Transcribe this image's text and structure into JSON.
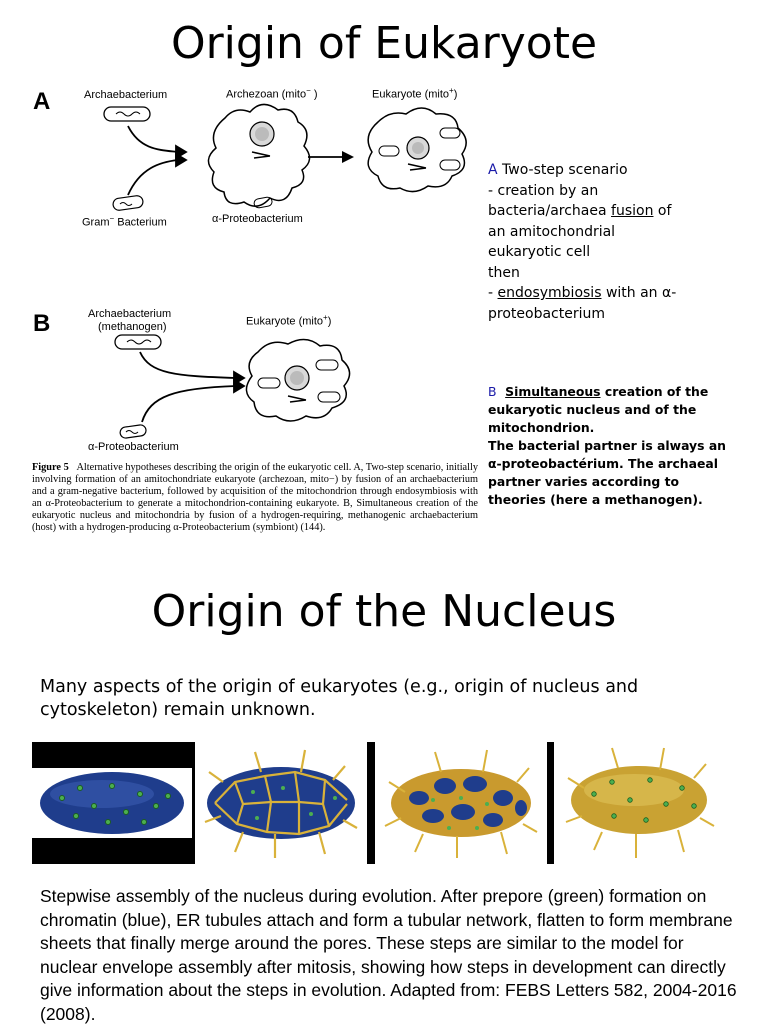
{
  "titles": {
    "main": "Origin of Eukaryote",
    "nucleus": "Origin of the Nucleus"
  },
  "panel_a": {
    "letter": "A",
    "archaebacterium": "Archaebacterium",
    "archezoan": "Archezoan (mito",
    "archezoan_sup": "−",
    "archezoan_end": " )",
    "eukaryote": "Eukaryote (mito",
    "eukaryote_sup": "+",
    "eukaryote_end": ")",
    "gram": "Gram",
    "gram_sup": "−",
    "gram_end": "  Bacterium",
    "alpha": "α-Proteobacterium"
  },
  "panel_b": {
    "letter": "B",
    "archaebacterium": "Archaebacterium",
    "methanogen": "(methanogen)",
    "eukaryote": "Eukaryote (mito",
    "eukaryote_sup": "+",
    "eukaryote_end": ")",
    "alpha": "α-Proteobacterium"
  },
  "figure_caption": {
    "label": "Figure 5",
    "text": "Alternative hypotheses describing the origin of the eukaryotic cell. A, Two-step scenario, initially involving formation of an amitochondriate eukaryote (archezoan, mito−) by fusion of an archaebacterium and a gram-negative bacterium, followed by acquisition of the mitochondrion through endosymbiosis with an α-Proteobacterium to generate a mitochondrion-containing eukaryote. B, Simultaneous creation of the eukaryotic nucleus and mitochondria by fusion of a hydrogen-requiring, methanogenic archaebacterium (host) with a hydrogen-producing α-Proteobacterium (symbiont) (144)."
  },
  "side_a": {
    "letter": "A",
    "heading": "Two-step scenario",
    "line1_dash": "-",
    "line1": " creation by an",
    "line2_pre": "bacteria/archaea ",
    "line2_u": "fusion",
    "line2_post": " of",
    "line3": "an amitochondrial",
    "line4": "eukaryotic cell",
    "line5": "then",
    "line6_dash": "-",
    "line6_u": "endosymbiosis",
    "line6_post": " with an α-",
    "line7": "proteobacterium"
  },
  "side_b": {
    "letter": "B",
    "u": "Simultaneous",
    "text1": " creation of the eukaryotic nucleus and of the mitochondrion.",
    "text2": "The bacterial partner is always an α-proteobactérium. The archaeal partner varies according to theories (here a methanogen)."
  },
  "intro": "Many aspects of the origin of eukaryotes (e.g., origin of nucleus and cytoskeleton) remain unknown.",
  "description": "Stepwise assembly of the nucleus during evolution. After prepore (green) formation on chromatin (blue), ER tubules attach and form a tubular network, flatten to form membrane sheets that finally merge around the pores. These steps are similar to the model for nuclear envelope assembly after mitosis, showing how steps in development can directly give information about the steps in evolution. Adapted from: FEBS Letters 582, 2004-2016 (2008).",
  "colors": {
    "chromatin_blue": "#1f3d8c",
    "pore_green": "#4caf50",
    "er_gold": "#d9b23a",
    "letter_blue": "#1a1aa8"
  }
}
